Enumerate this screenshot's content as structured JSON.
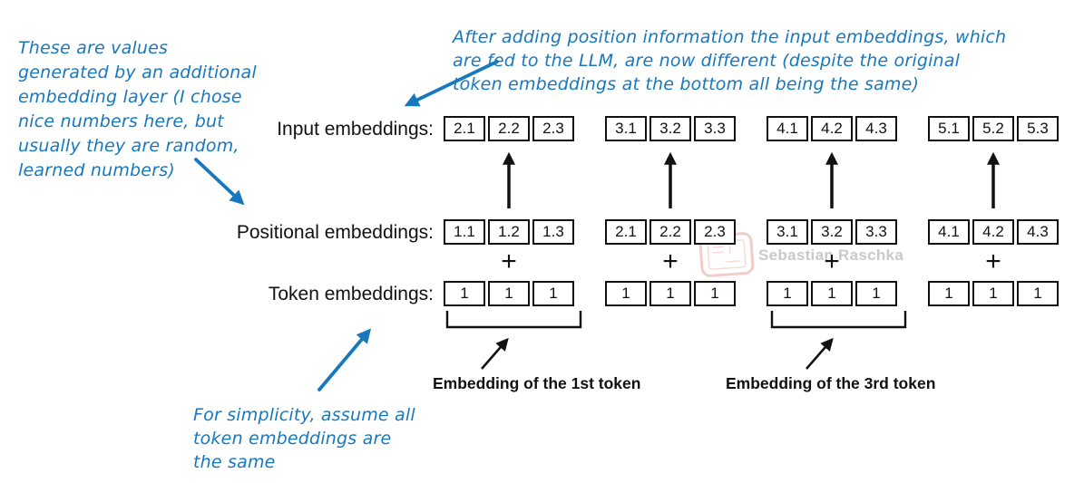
{
  "colors": {
    "annotation_blue": "#1878be",
    "ink_black": "#111111",
    "watermark_gray": "#c9c9c9",
    "stamp_red": "#e49c92"
  },
  "annotations": {
    "left": {
      "lines": [
        "These are values",
        "generated by an additional",
        "embedding layer (I chose",
        "nice numbers here, but",
        "usually they are random,",
        "learned numbers)"
      ]
    },
    "top": {
      "lines": [
        "After adding position information the input embeddings, which",
        "are fed to the LLM, are now different (despite the original",
        "token embeddings at the bottom all being the same)"
      ]
    },
    "bottom": {
      "lines": [
        "For simplicity, assume all",
        "token embeddings are",
        "the same"
      ]
    }
  },
  "rows": {
    "input": {
      "label": "Input embeddings:",
      "groups": [
        [
          "2.1",
          "2.2",
          "2.3"
        ],
        [
          "3.1",
          "3.2",
          "3.3"
        ],
        [
          "4.1",
          "4.2",
          "4.3"
        ],
        [
          "5.1",
          "5.2",
          "5.3"
        ]
      ]
    },
    "positional": {
      "label": "Positional embeddings:",
      "groups": [
        [
          "1.1",
          "1.2",
          "1.3"
        ],
        [
          "2.1",
          "2.2",
          "2.3"
        ],
        [
          "3.1",
          "3.2",
          "3.3"
        ],
        [
          "4.1",
          "4.2",
          "4.3"
        ]
      ]
    },
    "token": {
      "label": "Token embeddings:",
      "groups": [
        [
          "1",
          "1",
          "1"
        ],
        [
          "1",
          "1",
          "1"
        ],
        [
          "1",
          "1",
          "1"
        ],
        [
          "1",
          "1",
          "1"
        ]
      ]
    }
  },
  "operators": {
    "plus": "+"
  },
  "captions": {
    "first_token": "Embedding of the 1st token",
    "third_token": "Embedding of the 3rd token"
  },
  "watermark": {
    "text": "Sebastian Raschka"
  }
}
